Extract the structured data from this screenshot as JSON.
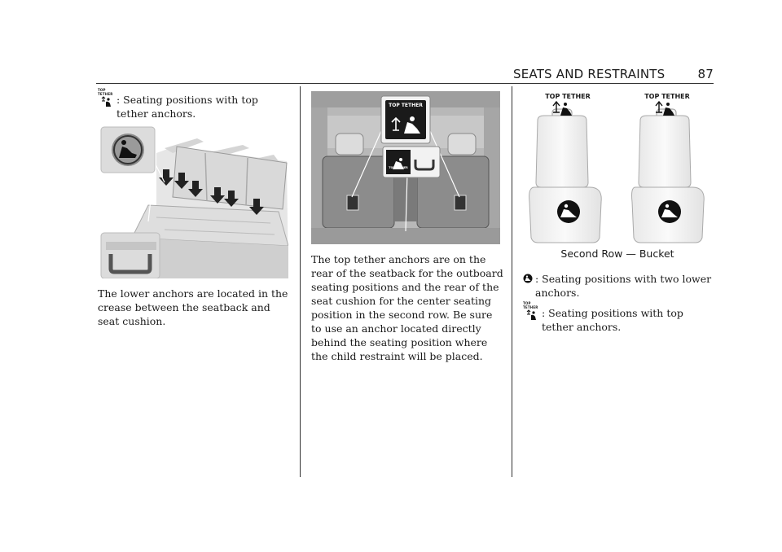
{
  "header": {
    "section": "SEATS AND RESTRAINTS",
    "page_number": "87"
  },
  "col1": {
    "symbol_word": "TOP TETHER",
    "symbol_text": ": Seating positions with top tether anchors.",
    "body": "The lower anchors are located in the crease between the seatback and seat cushion."
  },
  "col2": {
    "label_top": "TOP TETHER",
    "label_bottom": "TOP TETHER",
    "body": "The top tether anchors are on the rear of the seatback for the outboard seating positions and the rear of the seat cushion for the center seating position in the second row. Be sure to use an anchor located directly behind the seating position where the child restraint will be placed."
  },
  "col3": {
    "seat_label_left": "TOP TETHER",
    "seat_label_right": "TOP TETHER",
    "caption": "Second Row — Bucket",
    "lower_anchor_text": ": Seating positions with two lower anchors.",
    "symbol_word": "TOP TETHER",
    "top_tether_text": ": Seating positions with top tether anchors."
  }
}
